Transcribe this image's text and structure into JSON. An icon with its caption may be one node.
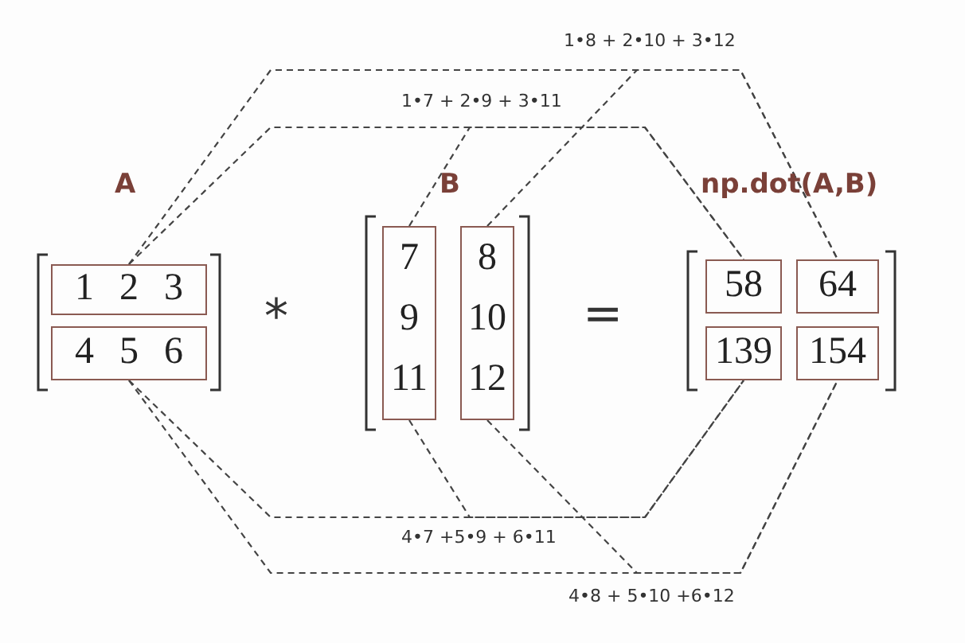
{
  "diagram": {
    "nodes": [
      {
        "text": [
          "1 2 3"
        ]
      },
      {
        "text": [
          "4 5 6"
        ]
      },
      {
        "text": [
          "7 9 11"
        ]
      },
      {
        "text": [
          "8 10 12"
        ]
      },
      {
        "text": [
          "58"
        ]
      },
      {
        "text": [
          "64"
        ]
      },
      {
        "text": [
          "139"
        ]
      },
      {
        "text": [
          "154"
        ]
      }
    ],
    "edges": [
      {
        "from": 0,
        "to": 4,
        "arrow": "none",
        "style": "dashed",
        "label": "1•7 + 2•9 + 3•11"
      },
      {
        "from": 2,
        "to": 4,
        "arrow": "none",
        "style": "dashed"
      },
      {
        "from": 0,
        "to": 5,
        "arrow": "none",
        "style": "dashed",
        "label": "1•8 + 2•10 + 3•12"
      },
      {
        "from": 3,
        "to": 5,
        "arrow": "none",
        "style": "dashed"
      },
      {
        "from": 1,
        "to": 6,
        "arrow": "none",
        "style": "dashed",
        "label": "4•7 +5•9 + 6•11"
      },
      {
        "from": 2,
        "to": 6,
        "arrow": "none",
        "style": "dashed"
      },
      {
        "from": 1,
        "to": 7,
        "arrow": "none",
        "style": "dashed",
        "label": "4•8 + 5•10 +6•12"
      },
      {
        "from": 3,
        "to": 7,
        "arrow": "none",
        "style": "dashed"
      }
    ],
    "labels": [
      "A",
      "B",
      "np.dot(A,B)",
      "*",
      "="
    ]
  }
}
